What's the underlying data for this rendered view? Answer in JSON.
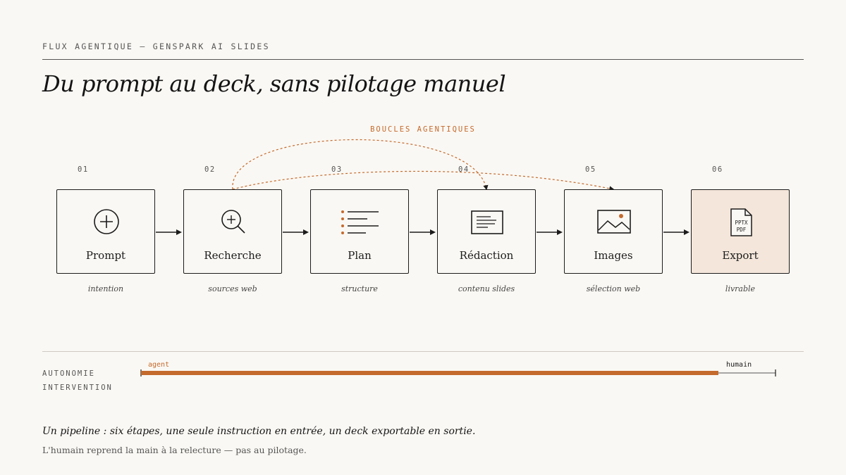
{
  "header": {
    "eyebrow": "FLUX AGENTIQUE — GENSPARK AI SLIDES",
    "title": "Du prompt au deck, sans pilotage manuel"
  },
  "loops": {
    "label": "BOUCLES AGENTIQUES",
    "color": "#c46a2c",
    "connections": [
      {
        "from": "Recherche",
        "to": "Rédaction"
      },
      {
        "from": "Recherche",
        "to": "Images"
      }
    ]
  },
  "steps": [
    {
      "num": "01",
      "label": "Prompt",
      "caption": "intention",
      "icon": "plus-circle-icon"
    },
    {
      "num": "02",
      "label": "Recherche",
      "caption": "sources web",
      "icon": "search-plus-icon"
    },
    {
      "num": "03",
      "label": "Plan",
      "caption": "structure",
      "icon": "outline-list-icon"
    },
    {
      "num": "04",
      "label": "Rédaction",
      "caption": "contenu slides",
      "icon": "document-text-icon"
    },
    {
      "num": "05",
      "label": "Images",
      "caption": "sélection web",
      "icon": "image-icon"
    },
    {
      "num": "06",
      "label": "Export",
      "caption": "livrable",
      "icon": "file-icon",
      "file_lines": [
        "PPTX",
        "PDF"
      ],
      "highlight_color": "#f4e6da"
    }
  ],
  "autonomy": {
    "label_autonomy": "AUTONOMIE",
    "label_intervention": "INTERVENTION",
    "agent_label": "agent",
    "human_label": "humain",
    "agent_share": 0.91,
    "agent_color": "#c46a2c"
  },
  "footer": {
    "main": "Un pipeline : six étapes, une seule instruction en entrée, un deck exportable en sortie.",
    "sub": "L'humain reprend la main à la relecture — pas au pilotage."
  }
}
